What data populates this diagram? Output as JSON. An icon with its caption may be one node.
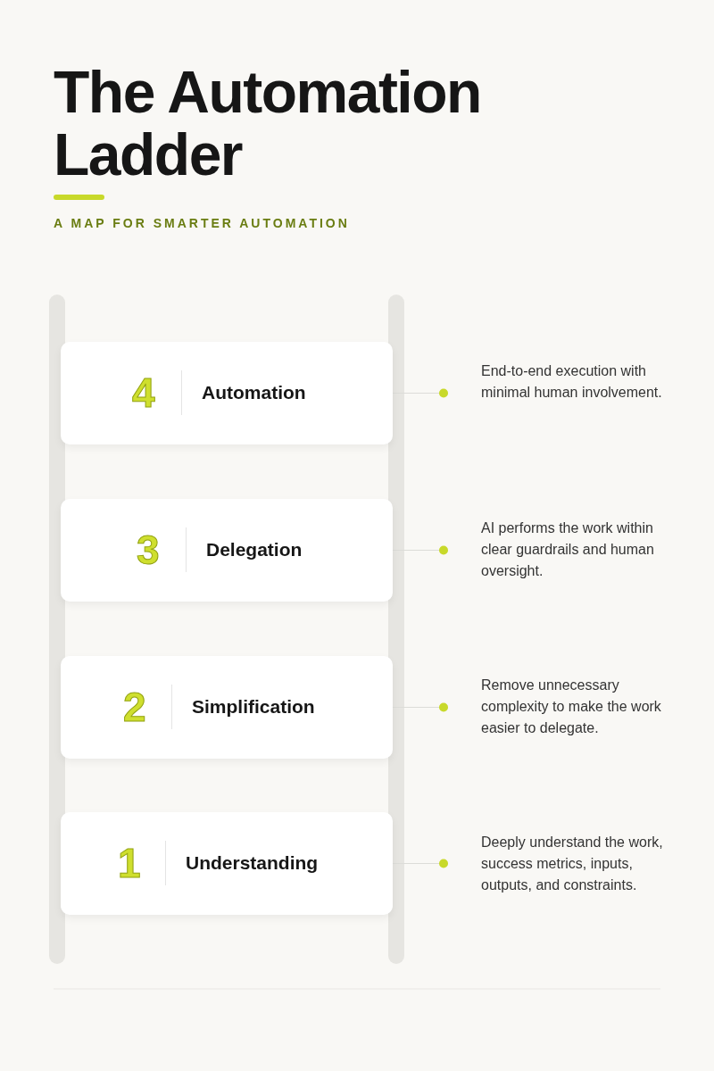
{
  "diagram": {
    "title": "The Automation Ladder",
    "labels": [
      "A MAP FOR SMARTER AUTOMATION"
    ],
    "nodes": [
      {
        "text": [
          "4",
          "Automation"
        ]
      },
      {
        "text": [
          "End-to-end execution with minimal human involvement."
        ]
      },
      {
        "text": [
          "3",
          "Delegation"
        ]
      },
      {
        "text": [
          "AI performs the work within clear guardrails and human oversight."
        ]
      },
      {
        "text": [
          "2",
          "Simplification"
        ]
      },
      {
        "text": [
          "Remove unnecessary complexity to make the work easier to delegate."
        ]
      },
      {
        "text": [
          "1",
          "Understanding"
        ]
      },
      {
        "text": [
          "Deeply understand the work, success metrics, inputs, outputs, and constraints."
        ]
      }
    ],
    "edges": [
      {
        "from": 0,
        "to": 1,
        "arrow": "other"
      },
      {
        "from": 2,
        "to": 3,
        "arrow": "other"
      },
      {
        "from": 4,
        "to": 5,
        "arrow": "other"
      },
      {
        "from": 6,
        "to": 7,
        "arrow": "other"
      }
    ]
  }
}
